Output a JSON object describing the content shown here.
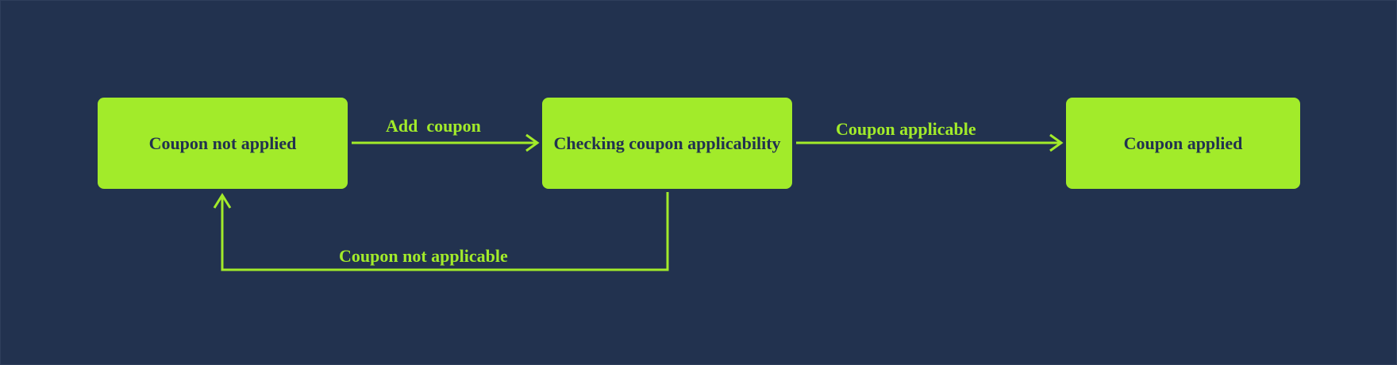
{
  "colors": {
    "background": "#22324f",
    "node_fill": "#a2eb2a",
    "node_text": "#22324f",
    "edge": "#a2eb2a",
    "edge_label": "#a2eb2a"
  },
  "states": {
    "not_applied": "Coupon not applied",
    "checking": "Checking coupon applicability",
    "applied": "Coupon applied"
  },
  "transitions": {
    "add_coupon": "Add  coupon",
    "applicable": "Coupon applicable",
    "not_applicable": "Coupon not applicable"
  }
}
